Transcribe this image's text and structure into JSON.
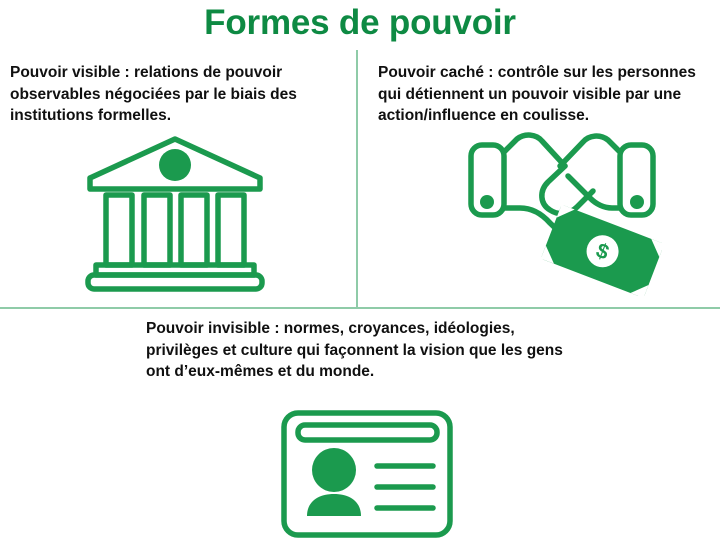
{
  "slide": {
    "title": "Formes de pouvoir",
    "background_color": "#ffffff",
    "title_color": "#0E8A43",
    "icon_color": "#1B9A4E",
    "divider_color": "#8FCBA8",
    "text_color": "#101010"
  },
  "panels": [
    {
      "id": "visible",
      "text": "Pouvoir visible : relations de pouvoir observables négociées par le biais des institutions formelles.",
      "icon_name": "institution-building-icon",
      "icon_label": "Bâtiment à colonnes"
    },
    {
      "id": "hidden",
      "text": "Pouvoir caché : contrôle sur les personnes qui détiennent un pouvoir visible par une action/influence en coulisse.",
      "icon_name": "handshake-money-icon",
      "icon_label": "Poignée de main avec billet"
    },
    {
      "id": "invisible",
      "text": "Pouvoir invisible : normes, croyances, idéologies, privilèges et culture qui façonnent la vision que les gens ont d’eux-mêmes et du monde.",
      "icon_name": "id-card-person-icon",
      "icon_label": "Carte d’identité avec portrait"
    }
  ]
}
